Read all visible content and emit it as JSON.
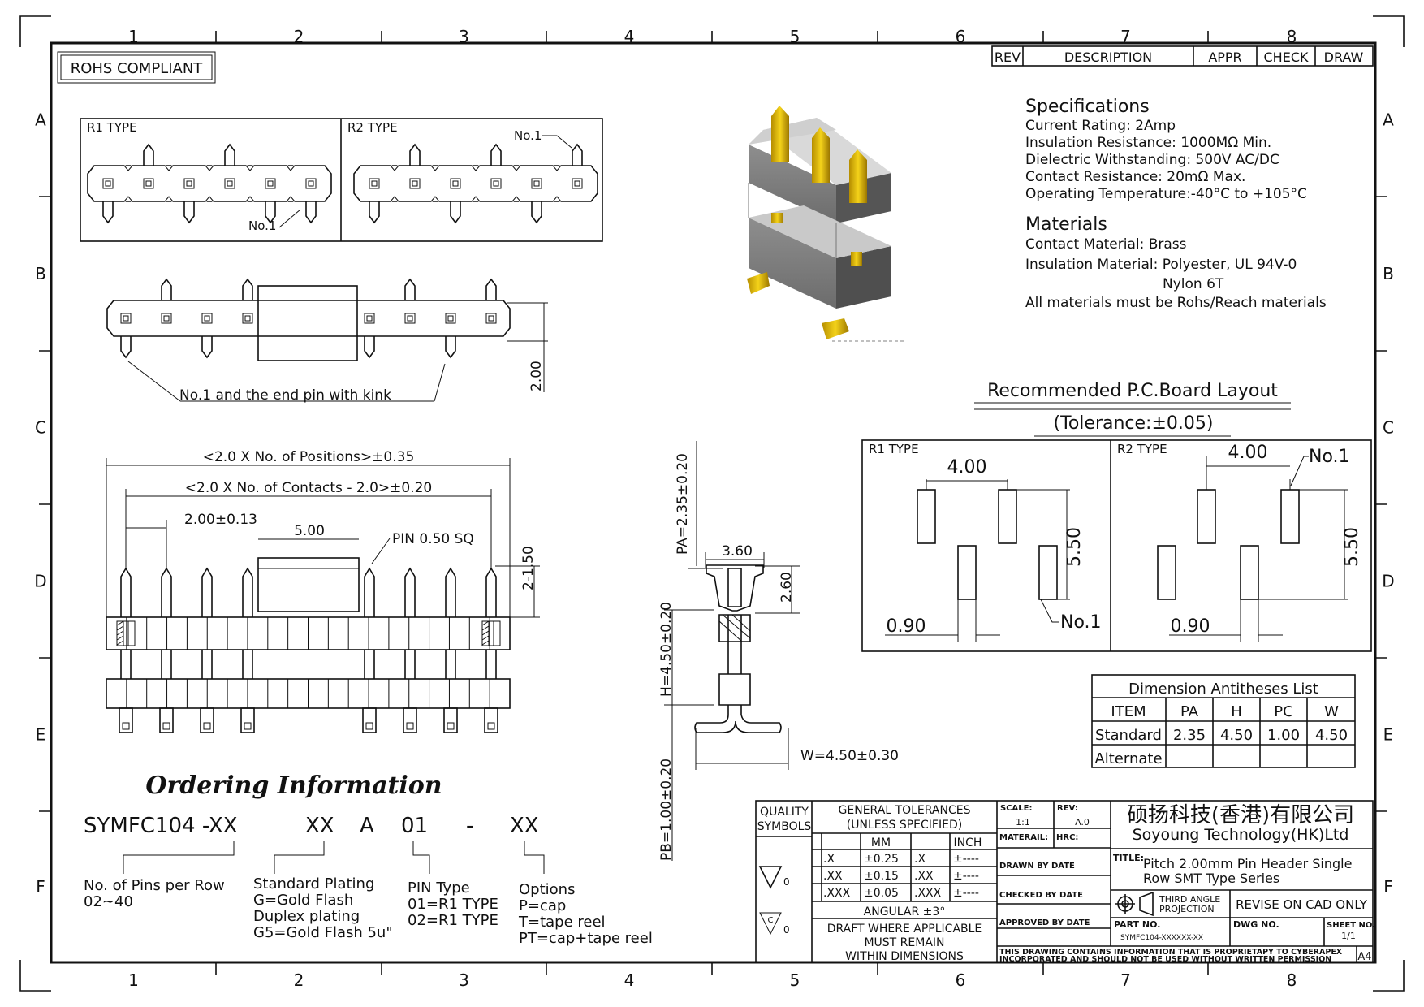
{
  "grid": {
    "columns": [
      "1",
      "2",
      "3",
      "4",
      "5",
      "6",
      "7",
      "8"
    ],
    "rows": [
      "A",
      "B",
      "C",
      "D",
      "E",
      "F"
    ]
  },
  "rohs_label": "ROHS COMPLIANT",
  "revision_table": {
    "rev": "REV",
    "description": "DESCRIPTION",
    "appr": "APPR",
    "check": "CHECK",
    "draw": "DRAW"
  },
  "specifications": {
    "heading": "Specifications",
    "lines": [
      "Current Rating:   2Amp",
      "Insulation  Resistance:  1000MΩ  Min.",
      "Dielectric  Withstanding:    500V  AC/DC",
      "Contact  Resistance:    20mΩ  Max.",
      "Operating  Temperature:-40°C  to  +105°C"
    ]
  },
  "materials": {
    "heading": "Materials",
    "lines": [
      "Contact  Material:  Brass",
      "Insulation  Material:  Polyester, UL  94V-0",
      "Nylon  6T",
      "All  materials  must  be  Rohs/Reach  materials"
    ]
  },
  "types_view": {
    "r1": "R1  TYPE",
    "r2": "R2  TYPE",
    "no1_a": "No.1",
    "no1_b": "No.1"
  },
  "kink_note": "No.1  and  the  end  pin  with  kink",
  "dims": {
    "height_200": "2.00",
    "positions": "<2.0  X  No.  of  Positions>±0.35",
    "contacts": "<2.0  X  No.  of  Contacts  -  2.0>±0.20",
    "pitch": "2.00±0.13",
    "cap": "5.00",
    "pin": "PIN  0.50  SQ",
    "tail": "2-1.50",
    "pa": "PA=2.35±0.20",
    "w360": "3.60",
    "h260": "2.60",
    "h": "H=4.50±0.20",
    "pb": "PB=1.00±0.20",
    "w": "W=4.50±0.30"
  },
  "pcb_layout": {
    "title": "Recommended  P.C.Board  Layout",
    "tolerance": "(Tolerance:±0.05)",
    "r1": "R1  TYPE",
    "r2": "R2  TYPE",
    "d400a": "4.00",
    "d400b": "4.00",
    "d550a": "5.50",
    "d550b": "5.50",
    "d090a": "0.90",
    "d090b": "0.90",
    "no1a": "No.1",
    "no1b": "No.1"
  },
  "antitheses": {
    "title": "Dimension  Antitheses  List",
    "headers": [
      "ITEM",
      "PA",
      "H",
      "PC",
      "W"
    ],
    "rows": [
      [
        "Standard",
        "2.35",
        "4.50",
        "1.00",
        "4.50"
      ],
      [
        "Alternate",
        "",
        "",
        "",
        ""
      ]
    ]
  },
  "ordering": {
    "title": "Ordering Information",
    "code": [
      "SYMFC104  -XX",
      "XX",
      "A",
      "01",
      "-",
      "XX"
    ],
    "groups": [
      {
        "lines": [
          "No.  of  Pins  per  Row",
          "02~40"
        ]
      },
      {
        "lines": [
          "Standard  Plating",
          "G=Gold  Flash",
          "Duplex  plating",
          "G5=Gold  Flash  5u\""
        ]
      },
      {
        "lines": [
          "PIN  Type",
          "01=R1  TYPE",
          "02=R1  TYPE"
        ]
      },
      {
        "lines": [
          "Options",
          "P=cap",
          "T=tape  reel",
          "PT=cap+tape  reel"
        ]
      }
    ]
  },
  "title_block": {
    "quality": "QUALITY",
    "symbols": "SYMBOLS",
    "gen_tol": "GENERAL  TOLERANCES",
    "unless": "(UNLESS  SPECIFIED)",
    "mm": "MM",
    "inch": "INCH",
    "tol_rows": [
      [
        ".X",
        "±0.25",
        ".X",
        "±----"
      ],
      [
        ".XX",
        "±0.15",
        ".XX",
        "±----"
      ],
      [
        ".XXX",
        "±0.05",
        ".XXX",
        "±----"
      ]
    ],
    "angular": "ANGULAR  ±3°",
    "draft1": "DRAFT  WHERE  APPLICABLE",
    "draft2": "MUST  REMAIN",
    "draft3": "WITHIN  DIMENSIONS",
    "sym0a": "0",
    "sym0b": "0",
    "sym_c": "C",
    "scale_l": "SCALE:",
    "scale_v": "1:1",
    "rev_l": "REV:",
    "rev_v": "A.0",
    "materail": "MATERAIL:",
    "hrc": "HRC:",
    "drawn": "DRAWN  BY        DATE",
    "checked": "CHECKED  BY      DATE",
    "approved": "APPROVED  BY   DATE",
    "company_cn": "硕扬科技(香港)有限公司",
    "company_en": "Soyoung  Technology(HK)Ltd",
    "title_l": "TITLE:",
    "title1": "Pitch  2.00mm  Pin  Header  Single",
    "title2": "Row  SMT  Type  Series",
    "proj1": "THIRD  ANGLE",
    "proj2": "PROJECTION",
    "revise": "REVISE  ON  CAD  ONLY",
    "part_l": "PART  NO.",
    "part_v": "SYMFC104-XXXXXX-XX",
    "dwg": "DWG  NO.",
    "sheet_l": "SHEET  NO.",
    "sheet_v": "1/1",
    "note1": "THIS  DRAWING  CONTAINS  INFORMATION  THAT  IS  PROPRIETAPY  TO  CYBERAPEX",
    "note2": "INCORPORATED  AND  SHOULD  NOT  BE  USED  WITHOUT  WRITTEN  PERMISSION",
    "size": "A4"
  }
}
